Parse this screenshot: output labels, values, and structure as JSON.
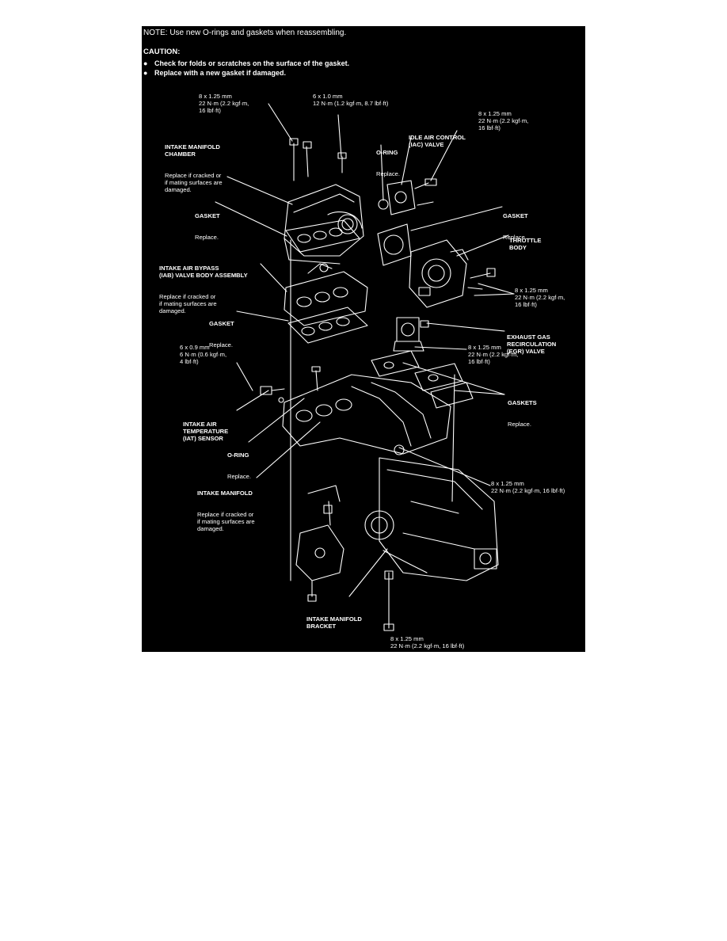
{
  "note": "NOTE: Use new O-rings and gaskets when reassembling.",
  "caution": {
    "title": "CAUTION:",
    "items": [
      "Check for folds or scratches on the surface of the gasket.",
      "Replace with a new gasket if damaged."
    ],
    "bullet": "●"
  },
  "labels": {
    "bolt_top_left": "8 x 1.25 mm\n22 N·m (2.2 kgf·m,\n16 lbf·ft)",
    "bolt_top_mid": "6 x 1.0 mm\n12 N·m (1.2 kgf·m, 8.7 lbf·ft)",
    "bolt_top_right": "8 x 1.25 mm\n22 N·m (2.2 kgf·m,\n16 lbf·ft)",
    "chamber_title": "INTAKE MANIFOLD\nCHAMBER",
    "chamber_note": "Replace if cracked or\nif mating surfaces are\ndamaged.",
    "oring_top_title": "O-RING",
    "oring_top_note": "Replace.",
    "iac_title": "IDLE AIR CONTROL\n(IAC) VALVE",
    "gasket_left_title": "GASKET",
    "gasket_left_note": "Replace.",
    "gasket_right_title": "GASKET",
    "gasket_right_note": "Replace.",
    "throttle_title": "THROTTLE\nBODY",
    "iab_title": "INTAKE AIR BYPASS\n(IAB) VALVE BODY ASSEMBLY",
    "iab_note": "Replace if cracked or\nif mating surfaces are\ndamaged.",
    "bolt_throttle": "8 x 1.25 mm\n22 N·m (2.2 kgf·m,\n16 lbf·ft)",
    "gasket_mid_title": "GASKET",
    "gasket_mid_note": "Replace.",
    "egr_title": "EXHAUST GAS\nRECIRCULATION\n(EGR) VALVE",
    "bolt_egr": "8 x 1.25 mm\n22 N·m (2.2 kgf·m,\n16 lbf·ft)",
    "bolt_iat": "6 x 0.9 mm\n6 N·m (0.6 kgf·m,\n4 lbf·ft)",
    "gaskets_title": "GASKETS",
    "gaskets_note": "Replace.",
    "iat_title": "INTAKE AIR\nTEMPERATURE\n(IAT) SENSOR",
    "oring_low_title": "O-RING",
    "oring_low_note": "Replace.",
    "manifold_title": "INTAKE MANIFOLD",
    "manifold_note": "Replace if cracked or\nif mating surfaces are\ndamaged.",
    "bolt_manifold": "8 x 1.25 mm\n22 N·m (2.2 kgf·m, 16 lbf·ft)",
    "bracket_title": "INTAKE MANIFOLD\nBRACKET",
    "bolt_bracket": "8 x 1.25 mm\n22 N·m (2.2 kgf·m, 16 lbf·ft)"
  }
}
